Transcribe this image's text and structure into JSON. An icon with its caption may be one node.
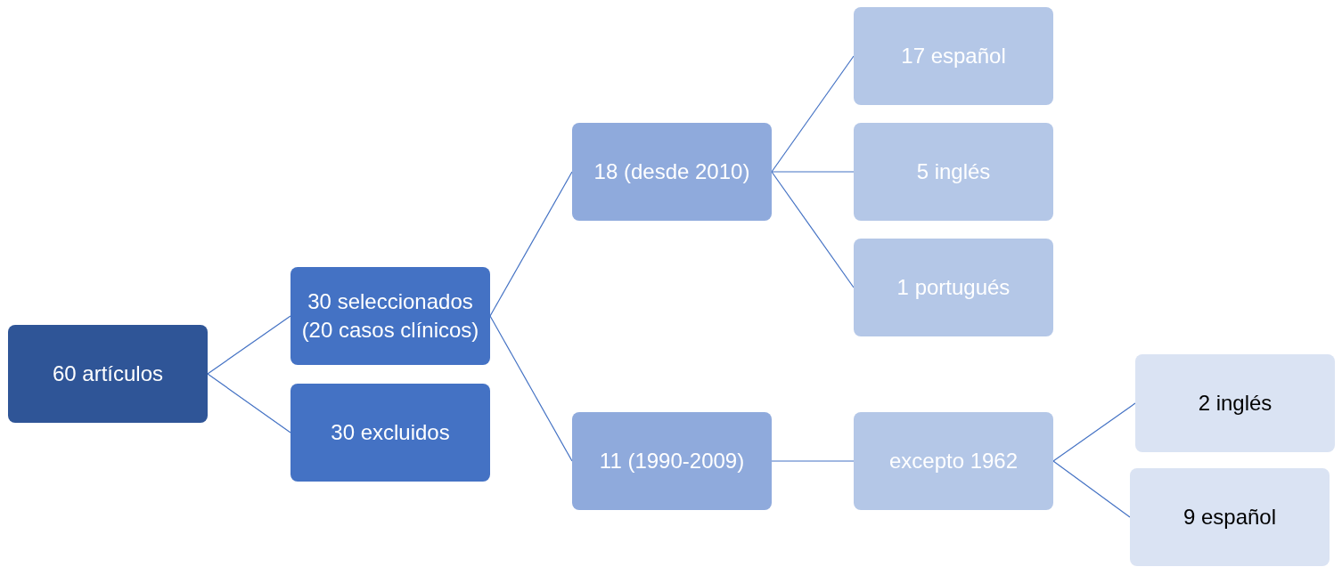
{
  "diagram": {
    "nodes": [
      {
        "text": [
          "60 artículos"
        ]
      },
      {
        "text": [
          "30 seleccionados (20 casos clínicos)"
        ]
      },
      {
        "text": [
          "30 excluidos"
        ]
      },
      {
        "text": [
          "18 (desde 2010)"
        ]
      },
      {
        "text": [
          "11 (1990-2009)"
        ]
      },
      {
        "text": [
          "17 español"
        ]
      },
      {
        "text": [
          "5 inglés"
        ]
      },
      {
        "text": [
          "1 portugués"
        ]
      },
      {
        "text": [
          "excepto 1962"
        ]
      },
      {
        "text": [
          "2 inglés"
        ]
      },
      {
        "text": [
          "9 español"
        ]
      }
    ],
    "edges": [
      {
        "from": 0,
        "to": 1,
        "arrow": "none"
      },
      {
        "from": 0,
        "to": 2,
        "arrow": "none"
      },
      {
        "from": 1,
        "to": 3,
        "arrow": "none"
      },
      {
        "from": 1,
        "to": 4,
        "arrow": "none"
      },
      {
        "from": 3,
        "to": 5,
        "arrow": "none"
      },
      {
        "from": 3,
        "to": 6,
        "arrow": "none"
      },
      {
        "from": 3,
        "to": 7,
        "arrow": "none"
      },
      {
        "from": 4,
        "to": 8,
        "arrow": "none"
      },
      {
        "from": 8,
        "to": 9,
        "arrow": "none"
      },
      {
        "from": 8,
        "to": 10,
        "arrow": "none"
      }
    ]
  }
}
